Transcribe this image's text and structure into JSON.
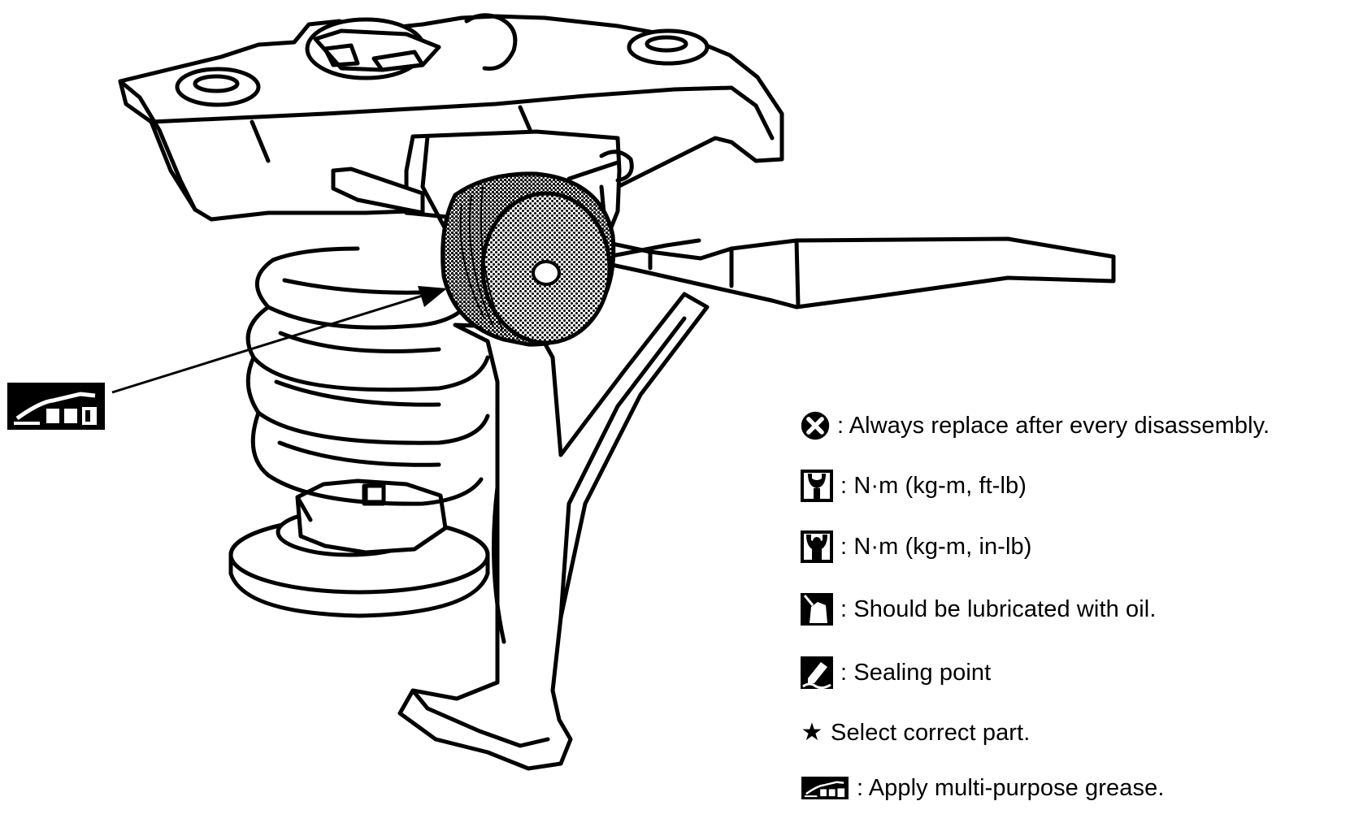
{
  "diagram": {
    "callout_symbol": "multi-purpose-grease-icon",
    "legend": {
      "always_replace": {
        "icon": "replace-x-icon",
        "text": ": Always replace after every disassembly."
      },
      "torque_ft_lb": {
        "icon": "wrench-outline-icon",
        "text": ": N·m (kg-m, ft-lb)"
      },
      "torque_in_lb": {
        "icon": "wrench-filled-icon",
        "text": ": N·m (kg-m, in-lb)"
      },
      "lubricate_oil": {
        "icon": "oil-can-icon",
        "text": ": Should be lubricated with oil."
      },
      "sealing_point": {
        "icon": "sealant-icon",
        "text": ": Sealing point"
      },
      "select_part": {
        "icon": "star-icon",
        "mark": "★",
        "text": "Select correct part."
      },
      "grease": {
        "icon": "grease-gun-icon",
        "text": ": Apply multi-purpose grease."
      }
    }
  }
}
